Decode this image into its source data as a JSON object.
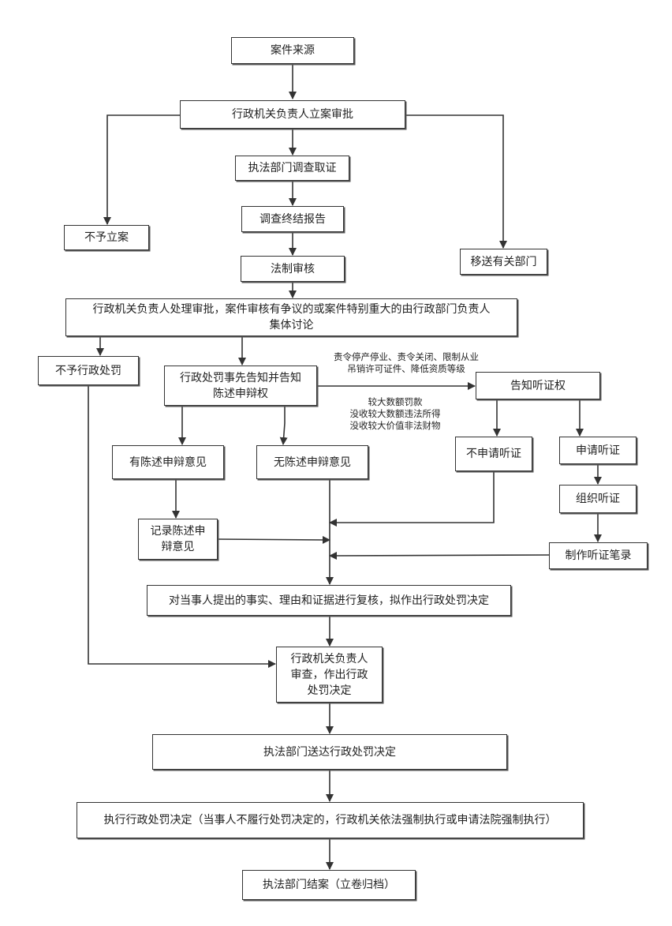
{
  "nodes": {
    "source": "案件来源",
    "approve_register": "行政机关负责人立案审批",
    "investigate": "执法部门调查取证",
    "no_register": "不予立案",
    "report": "调查终结报告",
    "transfer": "移送有关部门",
    "legal_review": "法制审核",
    "handle_approval": "行政机关负责人处理审批，案件审核有争议的或案件特别重大的由行政部门负责人\n集体讨论",
    "no_penalty": "不予行政处罚",
    "prior_notice": "行政处罚事先告知并告知\n陈述申辩权",
    "hearing_notice": "告知听证权",
    "has_statement": "有陈述申辩意见",
    "no_statement": "无陈述申辩意见",
    "no_hearing": "不申请听证",
    "apply_hearing": "申请听证",
    "record_statement": "记录陈述申\n辩意见",
    "organize_hearing": "组织听证",
    "hearing_record": "制作听证笔录",
    "review_decide": "对当事人提出的事实、理由和证据进行复核，拟作出行政处罚决定",
    "head_review": "行政机关负责人\n审查，作出行政\n处罚决定",
    "deliver": "执法部门送达行政处罚决定",
    "execute": "执行行政处罚决定（当事人不履行处罚决定的，行政机关依法强制执行或申请法院强制执行）",
    "close_case": "执法部门结案（立卷归档）"
  },
  "notes": {
    "hearing_cases_top": "责令停产停业、责令关闭、限制从业\n吊销许可证件、降低资质等级",
    "hearing_cases_bottom": "较大数额罚款\n没收较大数额违法所得\n没收较大价值非法财物"
  }
}
